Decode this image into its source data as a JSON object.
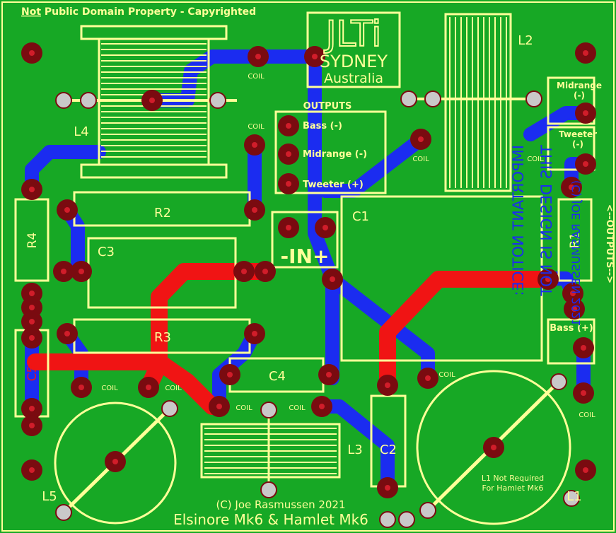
{
  "board": {
    "notice_prefix": "Not",
    "notice_rest": " Public Domain Property - Capyrighted",
    "logo_main": "JLTi",
    "logo_city": "SYDNEY",
    "logo_country": "Australia",
    "copyright": "(C) Joe Rasmussen 2021",
    "footer_title": "Elsinore Mk6 & Hamlet Mk6",
    "mirrored_notice_1": "IMPORTANT NOTICE:",
    "mirrored_notice_2": "THIS DESIGN IS NOT",
    "mirrored_notice_3": "(C) JOE RASMUSSEN 2021",
    "l1_note_1": "L1 Not Required",
    "l1_note_2": "For Hamlet Mk6"
  },
  "labels": {
    "outputs_heading": "OUTPUTS",
    "bass_neg": "Bass (-)",
    "midrange_neg": "Midrange (-)",
    "tweeter_pos": "Tweeter (+)",
    "midrange_box_1": "Midrange",
    "midrange_box_2": "(-)",
    "tweeter_box_1": "Tweeter",
    "tweeter_box_2": "(-)",
    "bass_pos": "Bass (+)",
    "outputs_vertical": "<--OUTPUTS-->",
    "input": "-IN+",
    "coil": "COIL"
  },
  "components": {
    "l1": "L1",
    "l2": "L2",
    "l3": "L3",
    "l4": "L4",
    "l5": "L5",
    "c1": "C1",
    "c2": "C2",
    "c3": "C3",
    "c4": "C4",
    "c5": "C5",
    "r1": "R1",
    "r2": "R2",
    "r3": "R3",
    "r4": "R4"
  },
  "colors": {
    "board": "#17a825",
    "silkscreen": "#ffff99",
    "trace_blue": "#1b2cf0",
    "trace_red": "#f01414",
    "pad": "#7a0b10",
    "pad_hole": "#c9c9c9",
    "mirrored_text": "#1b2cf0"
  }
}
